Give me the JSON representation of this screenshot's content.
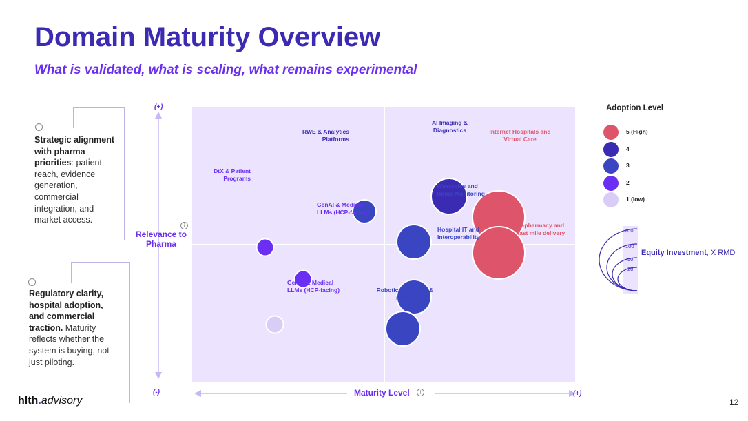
{
  "title": "Domain Maturity Overview",
  "subtitle": "What is validated, what is scaling, what remains experimental",
  "side_notes": {
    "top": {
      "bold": "Strategic alignment with pharma priorities",
      "rest": ": patient reach, evidence generation, commercial integration, and market access."
    },
    "bottom": {
      "bold": "Regulatory clarity, hospital adoption, and commercial traction.",
      "rest": " Maturity reflects whether the system is buying, not just piloting."
    }
  },
  "axes": {
    "y_label": "Relevance to Pharma",
    "x_label": "Maturity Level",
    "plus": "(+)",
    "minus": "(-)"
  },
  "legend": {
    "title": "Adoption Level",
    "items": [
      {
        "label": "5 (High)",
        "color": "#de546a"
      },
      {
        "label": "4",
        "color": "#3b2bb3"
      },
      {
        "label": "3",
        "color": "#3a45c2"
      },
      {
        "label": "2",
        "color": "#6a2ff2"
      },
      {
        "label": "1 (low)",
        "color": "#d9cdf7"
      }
    ]
  },
  "equity": {
    "ticks": [
      "200",
      "100",
      "50",
      "20"
    ],
    "label_bold": "Equity Investment",
    "label_rest": ", X RMD"
  },
  "chart_data": {
    "type": "scatter",
    "xlabel": "Maturity Level",
    "ylabel": "Relevance to Pharma",
    "points": [
      {
        "label": "RWE & Analytics Platforms",
        "x": 0.45,
        "y": 0.62,
        "adoption": 3,
        "size": 36
      },
      {
        "label": "DtX & Patient Programs",
        "x": 0.19,
        "y": 0.49,
        "adoption": 2,
        "size": 27
      },
      {
        "label": "GenAI & Medical LLMs (HCP-facing)",
        "x": 0.29,
        "y": 0.375,
        "adoption": 2,
        "size": 27
      },
      {
        "label": "AI Imaging & Diagnostics",
        "x": 0.67,
        "y": 0.675,
        "adoption": 4,
        "size": 54
      },
      {
        "label": "Internet Hospitals and Virtual Care",
        "x": 0.8,
        "y": 0.6,
        "adoption": 5,
        "size": 78
      },
      {
        "label": "E-pharmacy and last mile delivery",
        "x": 0.8,
        "y": 0.47,
        "adoption": 5,
        "size": 78
      },
      {
        "label": "Wearables and Home Monitoring",
        "x": 0.58,
        "y": 0.51,
        "adoption": 3,
        "size": 52
      },
      {
        "label": "Hospital IT and Interoperability",
        "x": 0.58,
        "y": 0.31,
        "adoption": 3,
        "size": 52
      },
      {
        "label": "Robotics (surgical & rehab)",
        "x": 0.55,
        "y": 0.195,
        "adoption": 3,
        "size": 52
      },
      {
        "label": "GenAI & Medical LLMs (HCP-facing)",
        "x": 0.215,
        "y": 0.21,
        "adoption": 1,
        "size": 27
      }
    ]
  },
  "footer": {
    "logo_main": "hlth",
    "logo_dot": ".",
    "logo_rest": "advisory",
    "page_number": "12"
  }
}
